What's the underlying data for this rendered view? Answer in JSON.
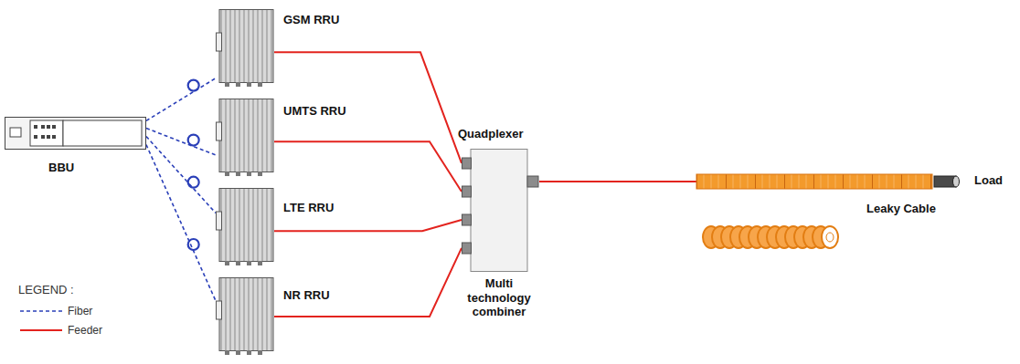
{
  "diagram": {
    "nodes": [
      {
        "text": [
          "BBU"
        ]
      },
      {
        "text": [
          "GSM RRU"
        ]
      },
      {
        "text": [
          "UMTS RRU"
        ]
      },
      {
        "text": [
          "LTE RRU"
        ]
      },
      {
        "text": [
          "NR RRU"
        ]
      },
      {
        "text": [
          "Quadplexer",
          "Multi technology combiner"
        ]
      },
      {
        "text": [
          "Leaky Cable"
        ]
      },
      {
        "text": [
          "Load"
        ]
      }
    ],
    "edges": [
      {
        "from": 0,
        "to": 1,
        "arrow": "none"
      },
      {
        "from": 0,
        "to": 2,
        "arrow": "none"
      },
      {
        "from": 0,
        "to": 3,
        "arrow": "none"
      },
      {
        "from": 0,
        "to": 4,
        "arrow": "none"
      },
      {
        "from": 1,
        "to": 5,
        "arrow": "none"
      },
      {
        "from": 2,
        "to": 5,
        "arrow": "none"
      },
      {
        "from": 3,
        "to": 5,
        "arrow": "none"
      },
      {
        "from": 4,
        "to": 5,
        "arrow": "none"
      },
      {
        "from": 5,
        "to": 6,
        "arrow": "none"
      },
      {
        "from": 6,
        "to": 7,
        "arrow": "none"
      }
    ],
    "labels": [
      "LEGEND :"
    ],
    "legend": [
      {
        "text": "Fiber"
      },
      {
        "text": "Feeder"
      }
    ]
  }
}
